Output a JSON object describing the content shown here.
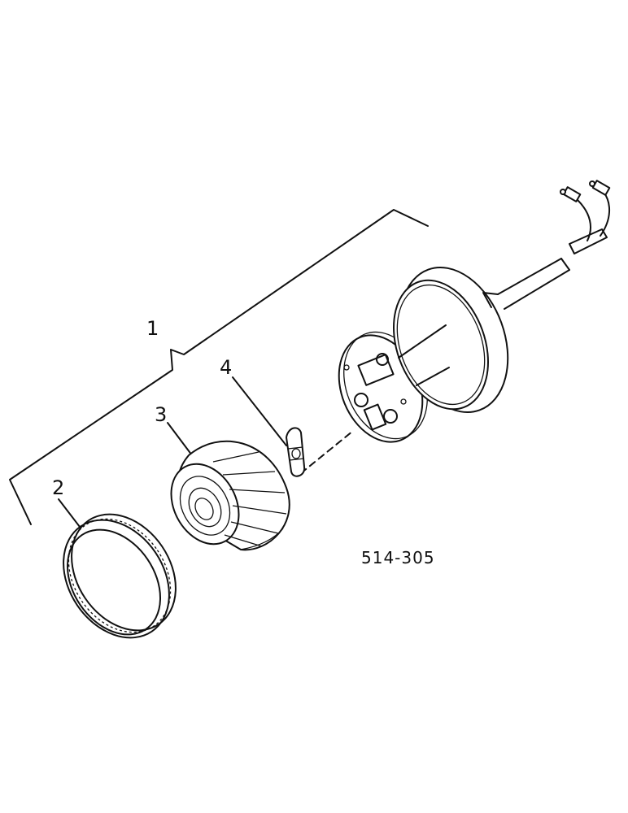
{
  "figure_code": "514-305",
  "callouts": {
    "assembly": "1",
    "rim": "2",
    "lens": "3",
    "bulb": "4"
  },
  "colors": {
    "ink": "#111111",
    "background": "#ffffff"
  }
}
